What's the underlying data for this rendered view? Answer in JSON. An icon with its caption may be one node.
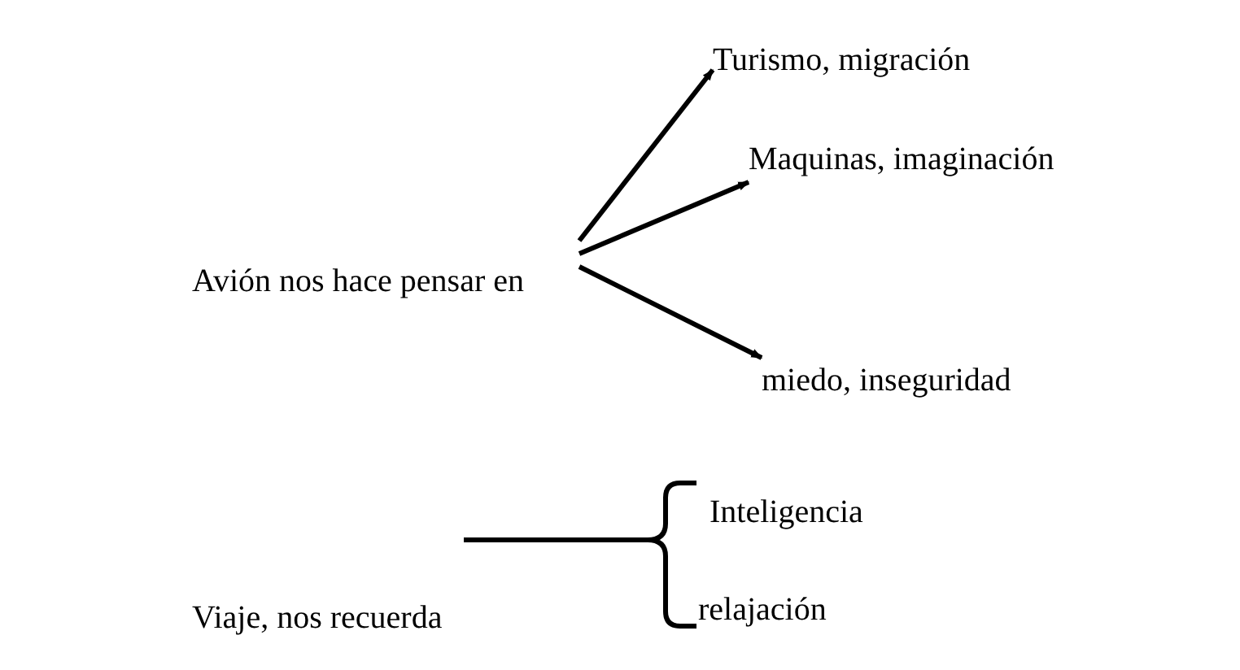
{
  "diagram": {
    "nodes": [
      {
        "text": [
          "Avión nos hace pensar en"
        ]
      },
      {
        "text": [
          "Turismo, migración"
        ]
      },
      {
        "text": [
          "Maquinas, imaginación"
        ]
      },
      {
        "text": [
          "miedo, inseguridad"
        ]
      },
      {
        "text": [
          "Inteligencia"
        ]
      },
      {
        "text": [
          "relajación"
        ]
      },
      {
        "text": [
          "Viaje, nos recuerda"
        ]
      }
    ],
    "edges": [
      {
        "from": 0,
        "to": 1,
        "arrow": "to"
      },
      {
        "from": 0,
        "to": 2,
        "arrow": "to"
      },
      {
        "from": 0,
        "to": 3,
        "arrow": "to"
      }
    ]
  }
}
